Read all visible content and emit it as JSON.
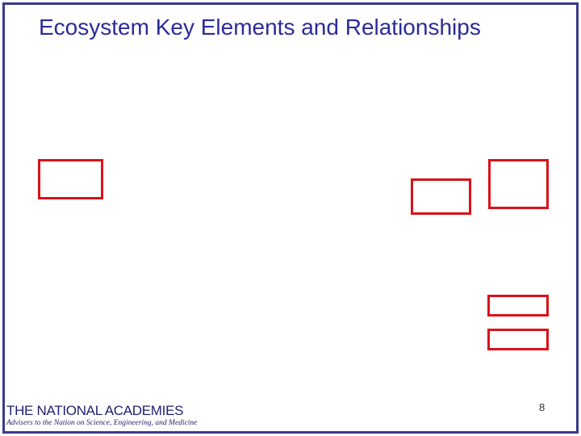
{
  "slide": {
    "title": "Ecosystem Key Elements and Relationships",
    "page_number": "8"
  },
  "logo": {
    "main_text": "THE NATIONAL ACADEMIES",
    "tagline": "Advisers to the Nation on Science, Engineering, and Medicine"
  },
  "colors": {
    "frame": "#3a3a8c",
    "title": "#2b2b9a",
    "box_border": "#d9121a"
  }
}
